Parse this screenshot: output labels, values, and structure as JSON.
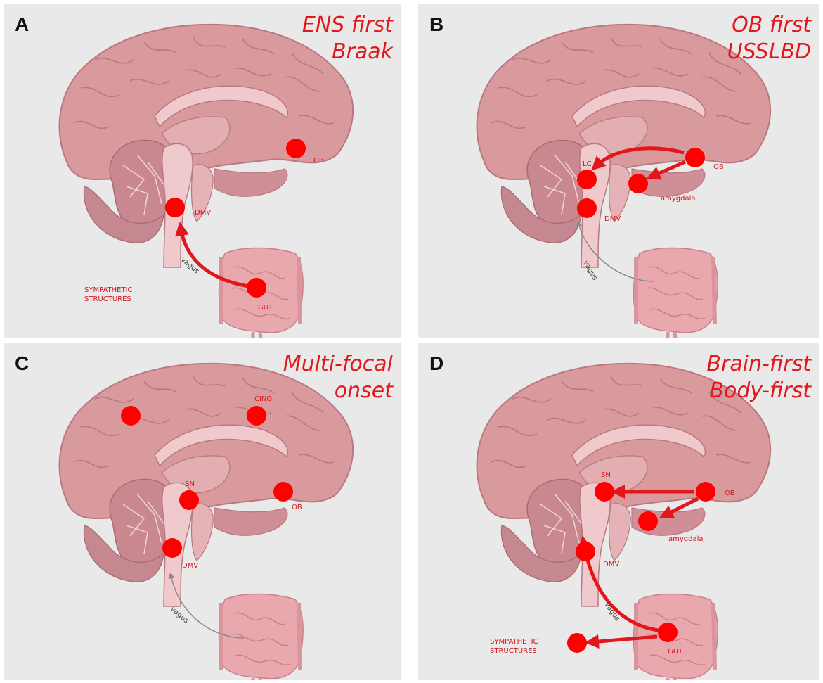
{
  "colors": {
    "background": "#e9e9e9",
    "accent": "#e3161b",
    "brain": "#d99a9e",
    "label": "#d4141a"
  },
  "panels": {
    "a": {
      "letter": "A",
      "title_1": "ENS first",
      "title_2": "Braak",
      "labels": {
        "ob": "OB",
        "dmv": "DMV",
        "vagus": "vagus",
        "sym_1": "SYMPATHETIC",
        "sym_2": "STRUCTURES",
        "gut": "GUT"
      }
    },
    "b": {
      "letter": "B",
      "title_1": "OB first",
      "title_2": "USSLBD",
      "labels": {
        "lc": "LC",
        "ob": "OB",
        "amygdala": "amygdala",
        "dmv": "DMV",
        "vagus": "vagus"
      }
    },
    "c": {
      "letter": "C",
      "title_1": "Multi-focal",
      "title_2": "onset",
      "labels": {
        "cing": "CING",
        "sn": "SN",
        "ob": "OB",
        "dmv": "DMV",
        "vagus": "vagus"
      }
    },
    "d": {
      "letter": "D",
      "title_1": "Brain-first",
      "title_2": "Body-first",
      "labels": {
        "sn": "SN",
        "ob": "OB",
        "amygdala": "amygdala",
        "dmv": "DMV",
        "vagus": "vagus",
        "sym_1": "SYMPATHETIC",
        "sym_2": "STRUCTURES",
        "gut": "GUT"
      }
    }
  }
}
